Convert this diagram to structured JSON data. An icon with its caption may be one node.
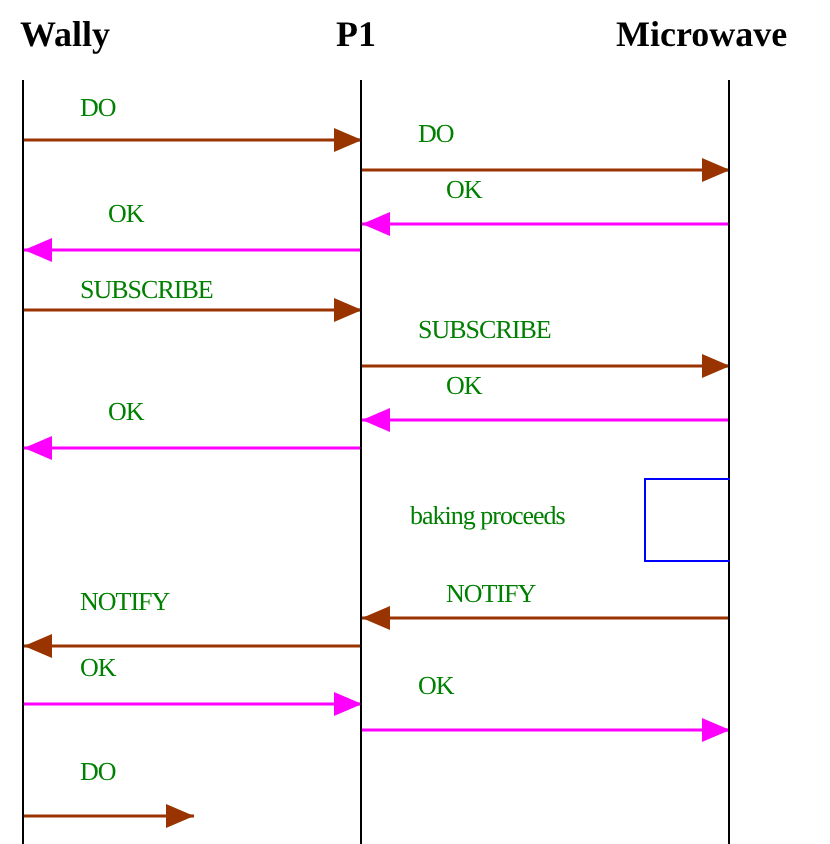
{
  "diagram": {
    "nodes": [
      {
        "text": [
          "Wally"
        ]
      },
      {
        "text": [
          "P1"
        ]
      },
      {
        "text": [
          "Microwave"
        ]
      },
      {
        "text": [],
        "shape": "box",
        "beside": [
          "baking proceeds"
        ]
      }
    ],
    "edges": [
      {
        "from": 0,
        "to": 1,
        "arrow": "to",
        "label": "DO"
      },
      {
        "from": 1,
        "to": 2,
        "arrow": "to",
        "label": "DO"
      },
      {
        "from": 2,
        "to": 1,
        "arrow": "to",
        "label": "OK",
        "color": "#ff00ff"
      },
      {
        "from": 1,
        "to": 0,
        "arrow": "to",
        "label": "OK",
        "color": "#ff00ff"
      },
      {
        "from": 0,
        "to": 1,
        "arrow": "to",
        "label": "SUBSCRIBE"
      },
      {
        "from": 1,
        "to": 2,
        "arrow": "to",
        "label": "SUBSCRIBE"
      },
      {
        "from": 2,
        "to": 1,
        "arrow": "to",
        "label": "OK",
        "color": "#ff00ff"
      },
      {
        "from": 1,
        "to": 0,
        "arrow": "to",
        "label": "OK",
        "color": "#ff00ff"
      },
      {
        "from": 2,
        "to": 1,
        "arrow": "to",
        "label": "NOTIFY"
      },
      {
        "from": 1,
        "to": 0,
        "arrow": "to",
        "label": "NOTIFY"
      },
      {
        "from": 0,
        "to": 1,
        "arrow": "to",
        "label": "OK",
        "color": "#ff00ff"
      },
      {
        "from": 1,
        "to": 2,
        "arrow": "to",
        "label": "OK",
        "color": "#ff00ff"
      },
      {
        "from": 0,
        "to": null,
        "arrow": "to",
        "label": "DO"
      }
    ]
  }
}
